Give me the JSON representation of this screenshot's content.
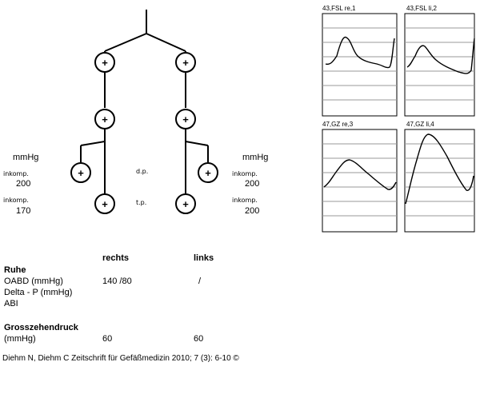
{
  "tree": {
    "left_unit": "mmHg",
    "right_unit": "mmHg",
    "left_top_label": "inkomp.",
    "left_top_value": "200",
    "left_bottom_label": "inkomp.",
    "left_bottom_value": "170",
    "right_top_label": "inkomp.",
    "right_top_value": "200",
    "right_bottom_label": "inkomp.",
    "right_bottom_value": "200",
    "dp_label": "d.p.",
    "tp_label": "t.p.",
    "node_symbol": "+"
  },
  "waveforms": [
    {
      "title": "43,FSL re,1"
    },
    {
      "title": "43,FSL li,2"
    },
    {
      "title": "47,GZ re,3"
    },
    {
      "title": "47,GZ li,4"
    }
  ],
  "table": {
    "col_rechts": "rechts",
    "col_links": "links",
    "ruhe_heading": "Ruhe",
    "oabd_label": "OABD (mmHg)",
    "oabd_rechts": "140 /80",
    "oabd_links": "/",
    "deltap_label": "Delta - P (mmHg)",
    "abi_label": "ABI",
    "gz_heading": "Grosszehendruck",
    "gz_unit_label": "(mmHg)",
    "gz_rechts": "60",
    "gz_links": "60"
  },
  "citation": "Diehm N, Diehm C Zeitschrift für Gefäßmedizin 2010; 7 (3): 6-10 ©"
}
